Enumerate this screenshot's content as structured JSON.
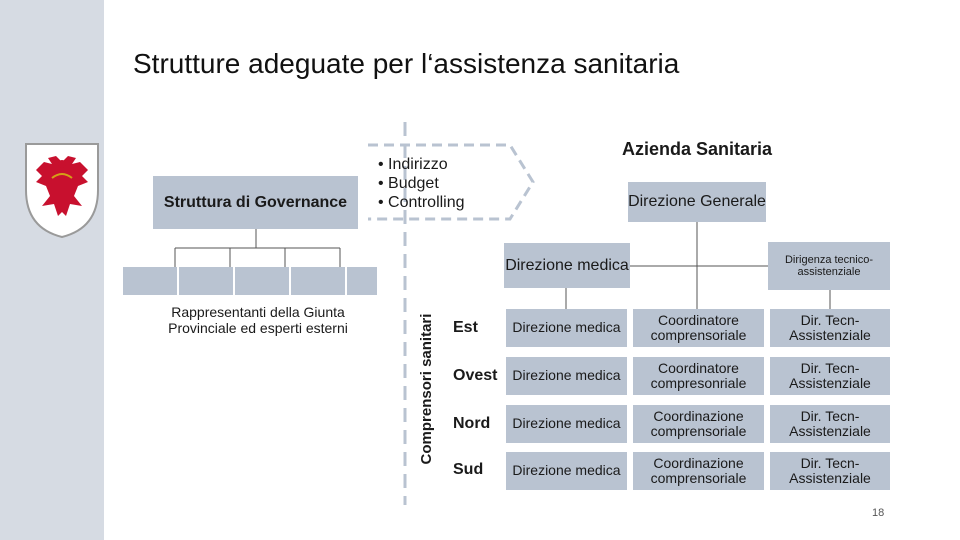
{
  "slide": {
    "title": "Strutture adeguate per l‘assistenza sanitaria",
    "page_number": "18"
  },
  "logo": {
    "icon": "eagle-coat-of-arms-icon",
    "colors": {
      "red": "#c8102e",
      "white": "#ffffff",
      "gold": "#d4a017"
    }
  },
  "governance": {
    "box_label": "Struttura di Governance",
    "representatives": "Rappresentanti della Giunta Provinciale ed esperti esterni",
    "bullets": [
      "Indirizzo",
      "Budget",
      "Controlling"
    ]
  },
  "azienda": {
    "title": "Azienda Sanitaria",
    "direzione_generale": "Direzione Generale",
    "direzione_medica": "Direzione medica",
    "dirigenza_tecnico": "Dirigenza tecnico-assistenziale"
  },
  "comprensori": {
    "axis_label": "Comprensori sanitari",
    "rows": [
      {
        "name": "Est",
        "col1": "Direzione medica",
        "col2": "Coordinatore comprensoriale",
        "col3": "Dir. Tecn-Assistenziale"
      },
      {
        "name": "Ovest",
        "col1": "Direzione medica",
        "col2": "Coordinatore compresonriale",
        "col3": "Dir. Tecn-Assistenziale"
      },
      {
        "name": "Nord",
        "col1": "Direzione medica",
        "col2": "Coordinazione comprensoriale",
        "col3": "Dir. Tecn-Assistenziale"
      },
      {
        "name": "Sud",
        "col1": "Direzione medica",
        "col2": "Coordinazione comprensoriale",
        "col3": "Dir. Tecn-Assistenziale"
      }
    ]
  },
  "colors": {
    "box_fill": "#b9c3d1",
    "sidebar": "#d6dbe3",
    "dashed": "#b9c3d1"
  }
}
